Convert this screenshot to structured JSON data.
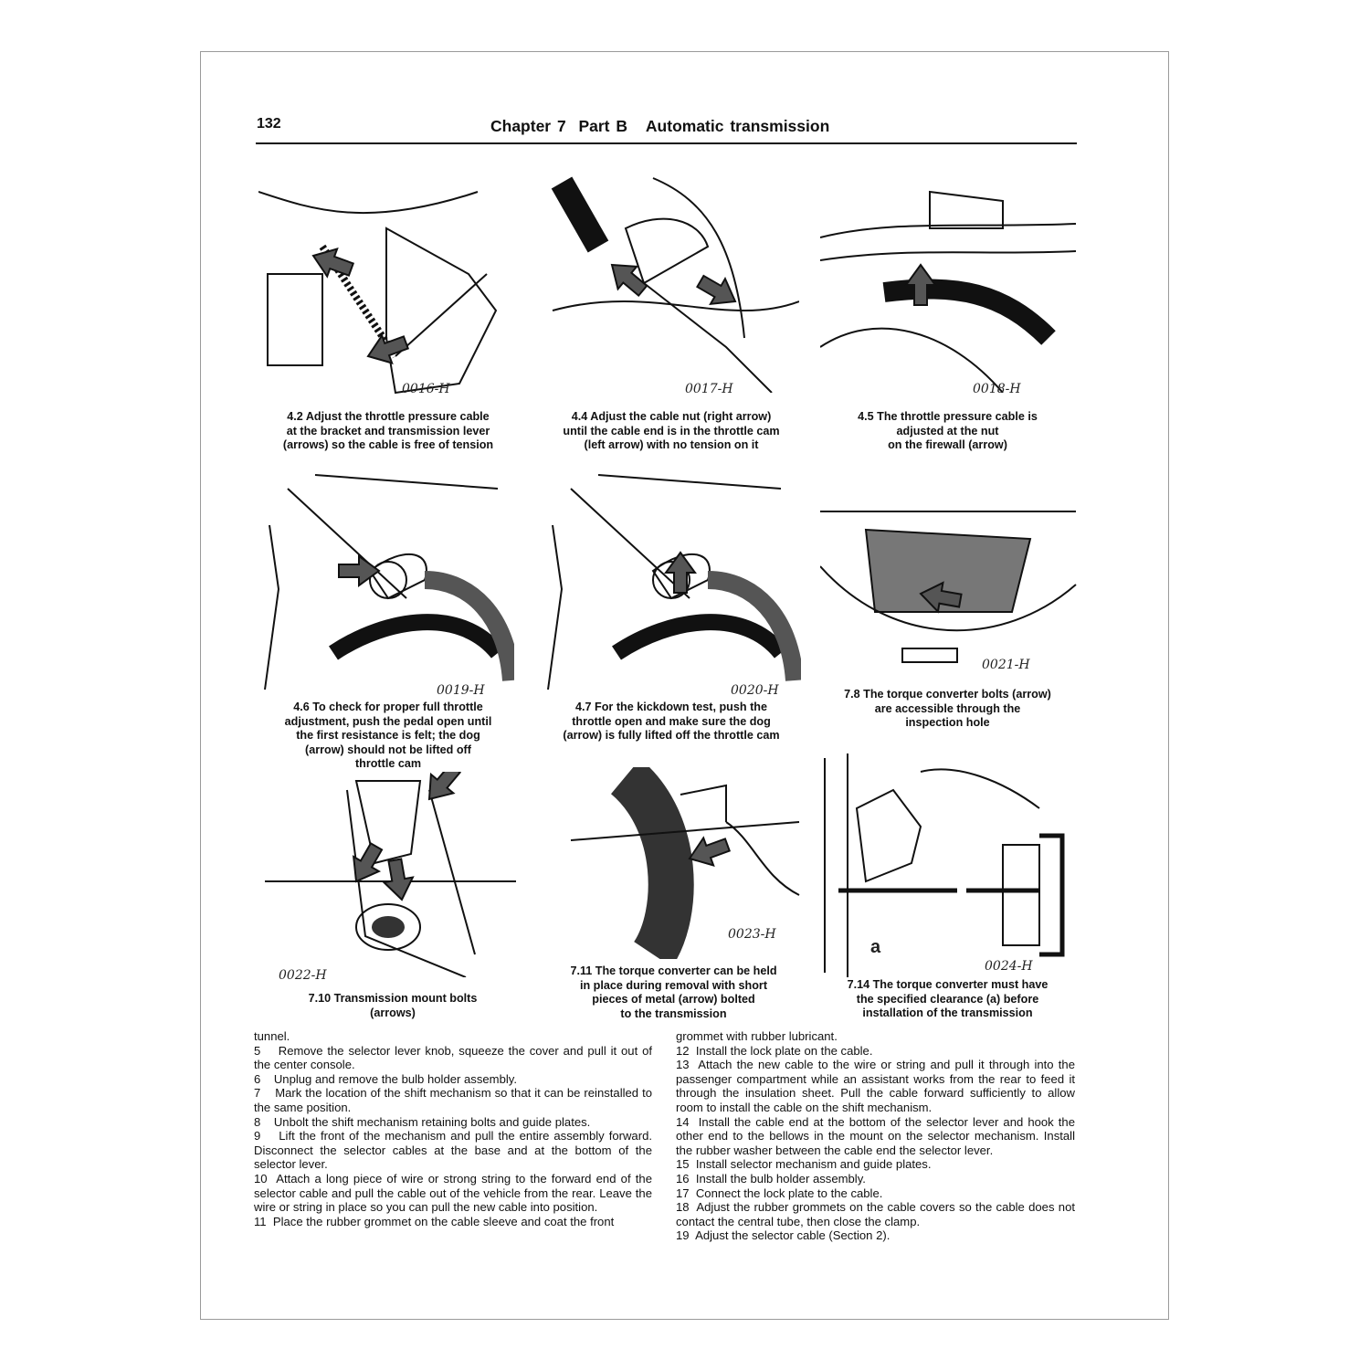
{
  "header": {
    "page_number": "132",
    "title": "Chapter 7  Part B   Automatic transmission"
  },
  "figures": [
    {
      "code": "0016-H",
      "caption": "4.2   Adjust the throttle pressure cable\nat the bracket and transmission lever\n(arrows) so the cable is free of tension"
    },
    {
      "code": "0017-H",
      "caption": "4.4   Adjust the cable nut (right arrow)\nuntil the cable end is in the throttle cam\n(left arrow) with no tension on it"
    },
    {
      "code": "0018-H",
      "caption": "4.5   The throttle pressure cable is\nadjusted at the nut\non the firewall (arrow)"
    },
    {
      "code": "0019-H",
      "caption": "4.6   To check for proper full throttle\nadjustment, push the pedal open until\nthe first resistance is felt; the dog\n(arrow) should not be lifted off\nthrottle cam"
    },
    {
      "code": "0020-H",
      "caption": "4.7   For the kickdown test, push the\nthrottle open and make sure the dog\n(arrow) is fully lifted off the throttle cam"
    },
    {
      "code": "0021-H",
      "caption": "7.8   The torque converter bolts (arrow)\nare accessible through the\ninspection hole"
    },
    {
      "code": "0022-H",
      "caption": "7.10   Transmission mount bolts\n(arrows)"
    },
    {
      "code": "0023-H",
      "caption": "7.11   The torque converter can be held\nin place during removal with short\npieces of metal (arrow) bolted\nto the transmission"
    },
    {
      "code": "0024-H",
      "label": "a",
      "caption": "7.14   The torque converter must have\nthe specified clearance (a) before\ninstallation of the transmission"
    }
  ],
  "body": {
    "left": [
      "tunnel.",
      "5    Remove the selector lever knob, squeeze the cover and pull it out of the center console.",
      "6    Unplug and remove the bulb holder assembly.",
      "7    Mark the location of the shift mechanism so that it can be reinstalled to the same position.",
      "8    Unbolt the shift mechanism retaining bolts and guide plates.",
      "9    Lift the front of the mechanism and pull the entire assembly forward. Disconnect the selector cables at the base and at the bottom of the selector lever.",
      "10  Attach a long piece of wire or strong string to the forward end of the selector cable and pull the cable out of the vehicle from the rear. Leave the wire or string in place so you can pull the new cable into position.",
      "11  Place the rubber grommet on the cable sleeve and coat the front"
    ],
    "right": [
      "grommet with rubber lubricant.",
      "12  Install the lock plate on the cable.",
      "13  Attach the new cable to the wire or string and pull it through into the passenger compartment while an assistant works from the rear to feed it through the insulation sheet. Pull the cable forward sufficiently to allow room to install the cable on the shift mechanism.",
      "14  Install the cable end at the bottom of the selector lever and hook the other end to the bellows in the mount on the selector mechanism. Install the rubber washer between the cable end the selector lever.",
      "15  Install selector mechanism and guide plates.",
      "16  Install the bulb holder assembly.",
      "17  Connect the lock plate to the cable.",
      "18  Adjust the rubber grommets on the cable covers so the cable does not contact the central tube, then close the clamp.",
      "19  Adjust the selector cable (Section 2)."
    ]
  }
}
